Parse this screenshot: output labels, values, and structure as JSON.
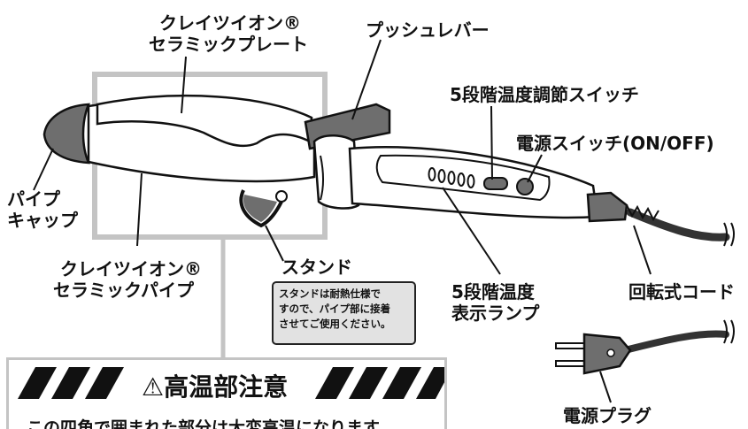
{
  "labels": {
    "ceramic_plate": [
      "クレイツイオン®",
      "セラミックプレート"
    ],
    "push_lever": "プッシュレバー",
    "temp_switch": "5段階温度調節スイッチ",
    "power_switch": "電源スイッチ(ON/OFF)",
    "pipe_cap": [
      "パイプ",
      "キャップ"
    ],
    "ceramic_pipe": [
      "クレイツイオン®",
      "セラミックパイプ"
    ],
    "stand": "スタンド",
    "temp_lamp": [
      "5段階温度",
      "表示ランプ"
    ],
    "rotating_cord": "回転式コード",
    "power_plug": "電源プラグ"
  },
  "stand_note": [
    "スタンドは耐熱仕様で",
    "すので、パイプ部に接着",
    "させてご使用ください。"
  ],
  "warning": {
    "title": "⚠高温部注意",
    "text": "この四角で囲まれた部分は大変高温になります"
  },
  "colors": {
    "dark_gray": "#6e6e6e",
    "frame_gray": "#c4c4c4",
    "note_bg": "#e2e2e2"
  }
}
